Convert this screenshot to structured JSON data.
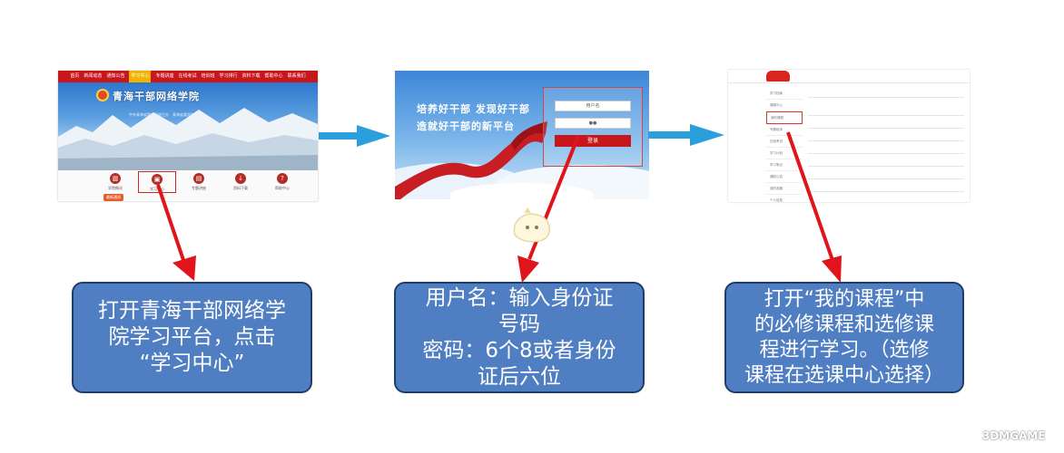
{
  "colors": {
    "accent_red": "#c8161d",
    "box_fill": "#4f7ec2",
    "box_border": "#1f3d6a",
    "arrow_red": "#e0141a",
    "arrow_blue": "#2a9fdc"
  },
  "step1": {
    "screenshot": {
      "nav_items": [
        "首页",
        "新闻动态",
        "通知公告",
        "学习中心",
        "专题讲座",
        "在线考试",
        "培训班",
        "学习排行",
        "资料下载",
        "帮助中心",
        "联系我们"
      ],
      "site_title": "青海干部网络学院",
      "subtitle": "中共青海省委组织部主办　青海省委党校承办",
      "icons": [
        {
          "label": "学院概况",
          "icon": "building-icon"
        },
        {
          "label": "学习中心",
          "icon": "study-center-icon"
        },
        {
          "label": "专题讲座",
          "icon": "lecture-icon"
        },
        {
          "label": "资料下载",
          "icon": "download-icon"
        },
        {
          "label": "帮助中心",
          "icon": "help-icon"
        }
      ],
      "tag": "最新通知"
    },
    "box_lines": [
      "打开青海干部网络学",
      "院学习平台，点击",
      "“学习中心”"
    ]
  },
  "step2": {
    "screenshot": {
      "slogan_line1": "培养好干部  发现好干部",
      "slogan_line2": "造就好干部的新平台",
      "username_placeholder": "用户名",
      "password_mask": "●●",
      "login_label": "登录"
    },
    "box_lines": [
      "用户名：输入身份证",
      "号码",
      "密码：6个8或者身份",
      "证后六位"
    ]
  },
  "step3": {
    "screenshot": {
      "sidebar_items": [
        "学习档案",
        "课程中心",
        "我的课程",
        "专题培训",
        "在线考试",
        "学习计划",
        "学习笔记",
        "通知公告",
        "我的收藏",
        "个人信息"
      ],
      "selected_sidebar": "我的课程"
    },
    "box_lines": [
      "打开“我的课程”中",
      "的必修课程和选修课",
      "程进行学习。（选修",
      "课程在选课中心选择）"
    ]
  },
  "watermark": "3DMGAME"
}
